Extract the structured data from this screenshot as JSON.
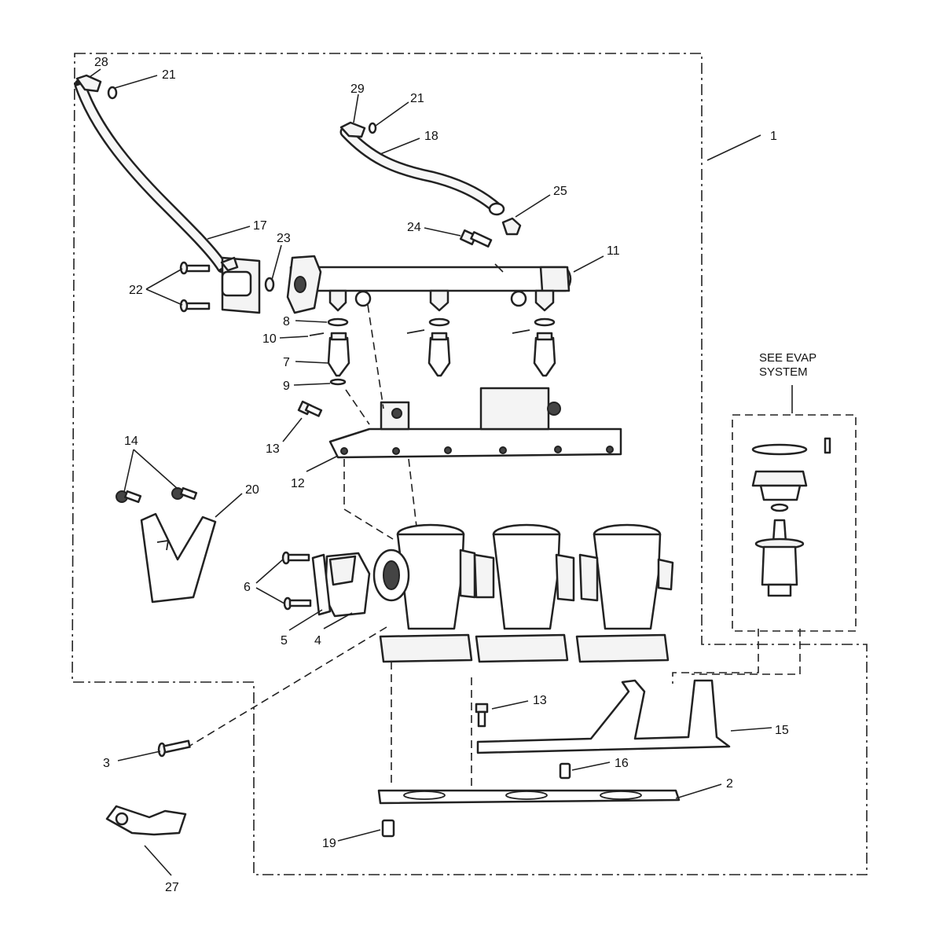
{
  "callouts": {
    "c1": "1",
    "c2": "2",
    "c3": "3",
    "c4": "4",
    "c5": "5",
    "c6": "6",
    "c7": "7",
    "c8": "8",
    "c9": "9",
    "c10": "10",
    "c11": "11",
    "c12": "12",
    "c13a": "13",
    "c13b": "13",
    "c14": "14",
    "c15": "15",
    "c16": "16",
    "c17": "17",
    "c18": "18",
    "c19": "19",
    "c20": "20",
    "c21a": "21",
    "c21b": "21",
    "c22": "22",
    "c23": "23",
    "c24": "24",
    "c25": "25",
    "c27": "27",
    "c28": "28",
    "c29": "29"
  },
  "evap_note": {
    "line1": "SEE EVAP",
    "line2": "SYSTEM"
  }
}
